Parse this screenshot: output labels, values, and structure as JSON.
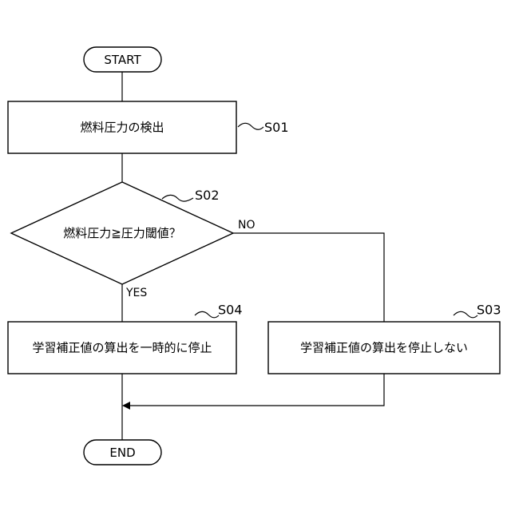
{
  "terminals": {
    "start": "START",
    "end": "END"
  },
  "steps": {
    "s01": {
      "id": "S01",
      "text": "燃料圧力の検出"
    },
    "s02": {
      "id": "S02",
      "text": "燃料圧力≧圧力閾値？"
    },
    "s03": {
      "id": "S03",
      "text": "学習補正値の算出を停止しない"
    },
    "s04": {
      "id": "S04",
      "text": "学習補正値の算出を一時的に停止"
    }
  },
  "branches": {
    "no": "NO",
    "yes": "YES"
  }
}
